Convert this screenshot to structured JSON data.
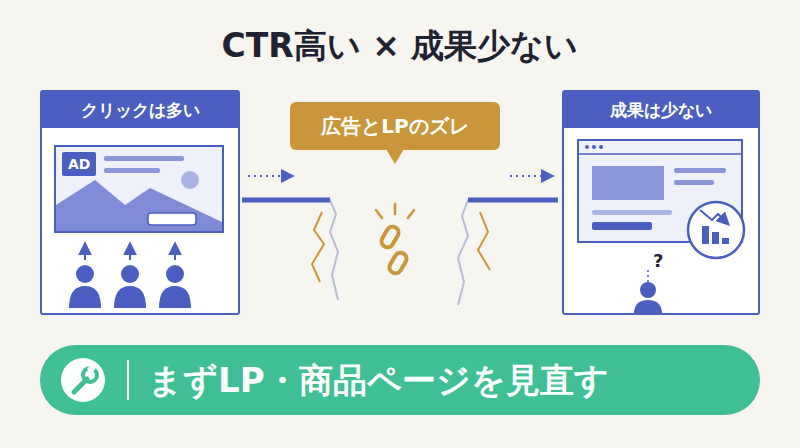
{
  "diagram": {
    "title": "CTR高い × 成果少ない",
    "nodes": [
      {
        "text": [
          "クリックは多い"
        ]
      },
      {
        "text": [
          "AD"
        ],
        "in": 0
      },
      {
        "text": [
          "広告とLPのズレ"
        ]
      },
      {
        "text": [
          "成果は少ない"
        ]
      },
      {
        "text": [
          "まずLP・商品ページを見直す"
        ]
      }
    ],
    "labels": [
      "?"
    ]
  }
}
